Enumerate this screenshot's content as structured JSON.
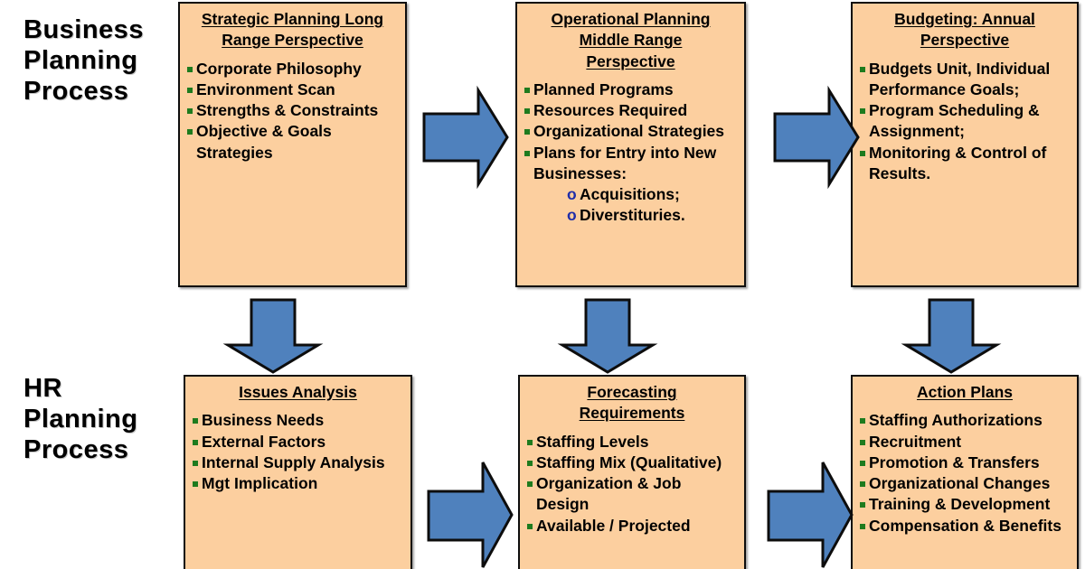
{
  "diagram": {
    "title_business": "Business\nPlanning\nProcess",
    "title_hr": "HR\nPlanning\nProcess",
    "colors": {
      "box_fill": "#FCCF9F",
      "box_border": "#0D0D0D",
      "arrow_fill": "#4F81BD",
      "arrow_border": "#0D0D0D",
      "bullet_green": "#1E7B1E",
      "sub_bullet_blue": "#1F2DA8"
    },
    "rows": [
      {
        "name": "business-planning-process",
        "label": "Business\nPlanning\nProcess",
        "boxes": [
          {
            "name": "strategic-planning",
            "title": "Strategic Planning Long\nRange Perspective",
            "items": [
              {
                "text": "Corporate Philosophy",
                "level": 1
              },
              {
                "text": "Environment Scan",
                "level": 1
              },
              {
                "text": "Strengths & Constraints",
                "level": 1
              },
              {
                "text": "Objective & Goals Strategies",
                "level": 1
              }
            ]
          },
          {
            "name": "operational-planning",
            "title": "Operational Planning\nMiddle Range\nPerspective",
            "items": [
              {
                "text": "Planned Programs",
                "level": 1
              },
              {
                "text": "Resources Required",
                "level": 1
              },
              {
                "text": "Organizational Strategies",
                "level": 1
              },
              {
                "text": "Plans for Entry into New Businesses:",
                "level": 1
              },
              {
                "text": "Acquisitions;",
                "level": 2
              },
              {
                "text": "Diverstituries.",
                "level": 2
              }
            ]
          },
          {
            "name": "budgeting-annual",
            "title": "Budgeting: Annual\nPerspective",
            "items": [
              {
                "text": "Budgets Unit, Individual Performance Goals;",
                "level": 1
              },
              {
                "text": "Program Scheduling & Assignment;",
                "level": 1
              },
              {
                "text": "Monitoring & Control of Results.",
                "level": 1
              }
            ]
          }
        ]
      },
      {
        "name": "hr-planning-process",
        "label": "HR\nPlanning\nProcess",
        "boxes": [
          {
            "name": "issues-analysis",
            "title": "Issues Analysis",
            "items": [
              {
                "text": "Business Needs",
                "level": 1
              },
              {
                "text": "External Factors",
                "level": 1
              },
              {
                "text": "Internal Supply Analysis",
                "level": 1
              },
              {
                "text": "Mgt Implication",
                "level": 1
              }
            ]
          },
          {
            "name": "forecasting-requirements",
            "title": "Forecasting\nRequirements",
            "items": [
              {
                "text": "Staffing Levels",
                "level": 1
              },
              {
                "text": "Staffing Mix (Qualitative)",
                "level": 1
              },
              {
                "text": "Organization & Job Design",
                "level": 1
              },
              {
                "text": "Available / Projected",
                "level": 1
              }
            ]
          },
          {
            "name": "action-plans",
            "title": "Action Plans",
            "items": [
              {
                "text": "Staffing Authorizations",
                "level": 1
              },
              {
                "text": "Recruitment",
                "level": 1
              },
              {
                "text": "Promotion & Transfers",
                "level": 1
              },
              {
                "text": "Organizational Changes",
                "level": 1
              },
              {
                "text": "Training & Development",
                "level": 1
              },
              {
                "text": "Compensation & Benefits",
                "level": 1
              }
            ]
          }
        ]
      }
    ],
    "arrows": [
      {
        "name": "arrow-strategic-to-operational",
        "direction": "right"
      },
      {
        "name": "arrow-operational-to-budgeting",
        "direction": "right"
      },
      {
        "name": "arrow-strategic-to-issues",
        "direction": "down"
      },
      {
        "name": "arrow-operational-to-forecasting",
        "direction": "down"
      },
      {
        "name": "arrow-budgeting-to-action",
        "direction": "down"
      },
      {
        "name": "arrow-issues-to-forecasting",
        "direction": "right"
      },
      {
        "name": "arrow-forecasting-to-action",
        "direction": "right"
      }
    ]
  }
}
